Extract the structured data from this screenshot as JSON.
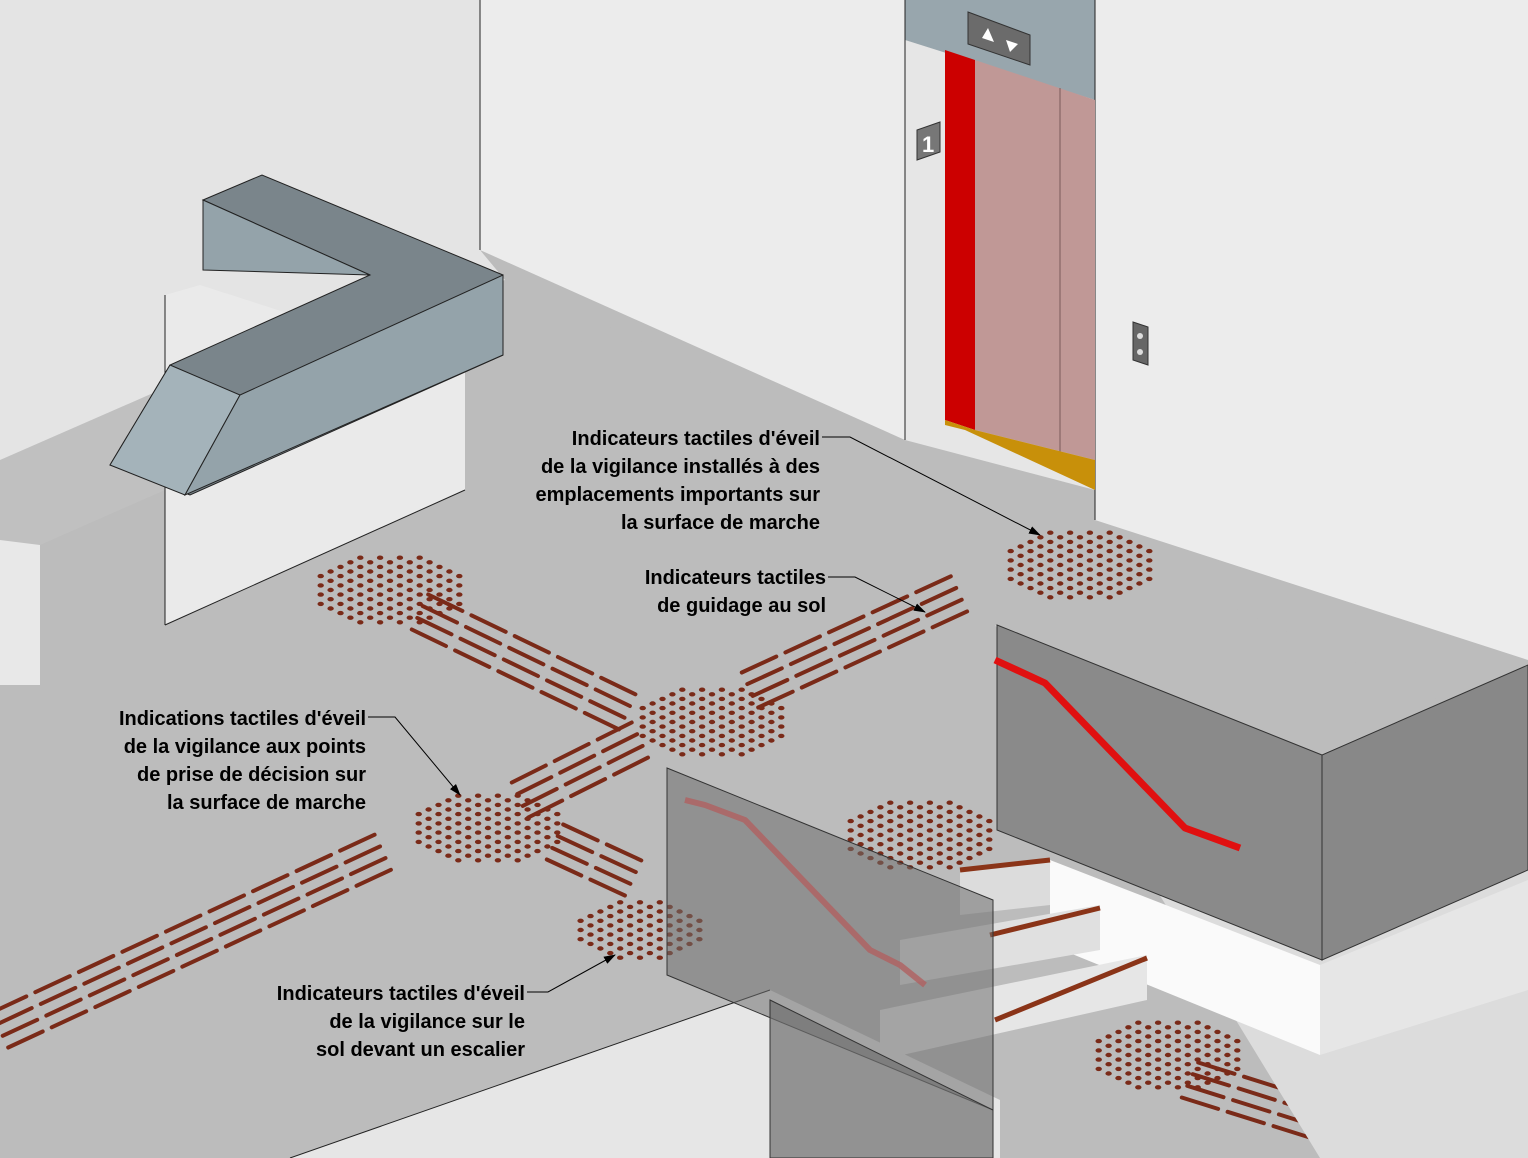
{
  "title": "Indicateurs tactiles de surface de marche",
  "colors": {
    "floor": "#bcbcbc",
    "wall": "#e8e8e8",
    "counter_top": "#7a858b",
    "counter_side": "#94a3aa",
    "elevator_door": "#c09896",
    "elevator_frame": "#cc0000",
    "threshold": "#c8900a",
    "tactile": "#7a2a18",
    "handrail": "#e01010",
    "glass": "#7a7a7a",
    "stair_nosing": "#8a3418"
  },
  "elevator": {
    "floor_number": "1",
    "hall_indicator": [
      "up-arrow-icon",
      "down-arrow-icon"
    ],
    "call_buttons": [
      "up-button",
      "down-button"
    ]
  },
  "callouts": [
    {
      "id": "important-locations",
      "lines": [
        "Indicateurs tactiles d'éveil",
        "de la vigilance installés à des",
        "emplacements importants sur",
        "la surface de marche"
      ]
    },
    {
      "id": "guidance",
      "lines": [
        "Indicateurs tactiles",
        "de guidage au sol"
      ]
    },
    {
      "id": "decision-points",
      "lines": [
        "Indications tactiles d'éveil",
        "de la vigilance aux points",
        "de prise de décision sur",
        "la surface de marche"
      ]
    },
    {
      "id": "before-stairs",
      "lines": [
        "Indicateurs tactiles d'éveil",
        "de la vigilance sur le",
        "sol devant un escalier"
      ]
    }
  ]
}
